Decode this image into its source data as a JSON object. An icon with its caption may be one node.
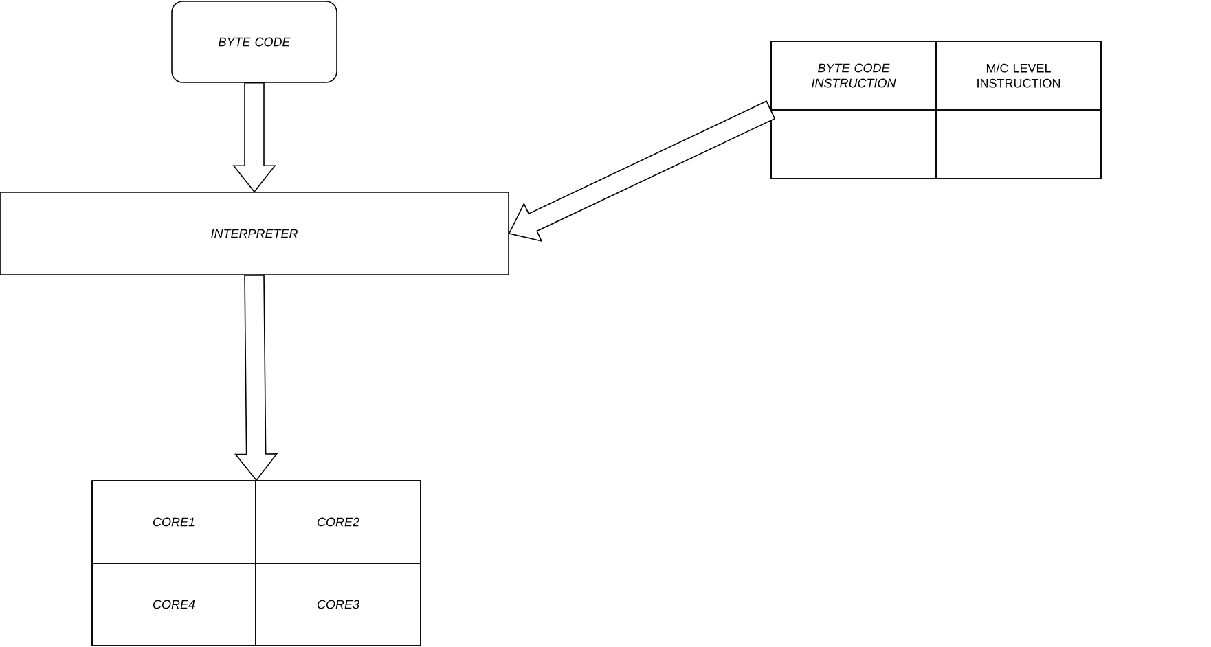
{
  "diagram": {
    "nodes": [
      {
        "text": [
          "BYTE CODE"
        ]
      },
      {
        "text": [
          "INTERPRETER"
        ]
      },
      {
        "text": [],
        "shape": "box"
      },
      {
        "text": [
          "BYTE CODE INSTRUCTION"
        ],
        "in": 2
      },
      {
        "text": [
          "M/C LEVEL INSTRUCTION"
        ],
        "in": 2
      },
      {
        "text": [],
        "shape": "box",
        "in": 2
      },
      {
        "text": [],
        "shape": "box",
        "in": 2
      },
      {
        "text": [],
        "shape": "box"
      },
      {
        "text": [
          "CORE1"
        ],
        "in": 7
      },
      {
        "text": [
          "CORE2"
        ],
        "in": 7
      },
      {
        "text": [
          "CORE4"
        ],
        "in": 7
      },
      {
        "text": [
          "CORE3"
        ],
        "in": 7
      }
    ],
    "edges": [
      {
        "from": 0,
        "to": 1,
        "arrow": "to"
      },
      {
        "from": 2,
        "to": 1,
        "arrow": "to"
      },
      {
        "from": 1,
        "to": 7,
        "arrow": "to"
      }
    ]
  }
}
